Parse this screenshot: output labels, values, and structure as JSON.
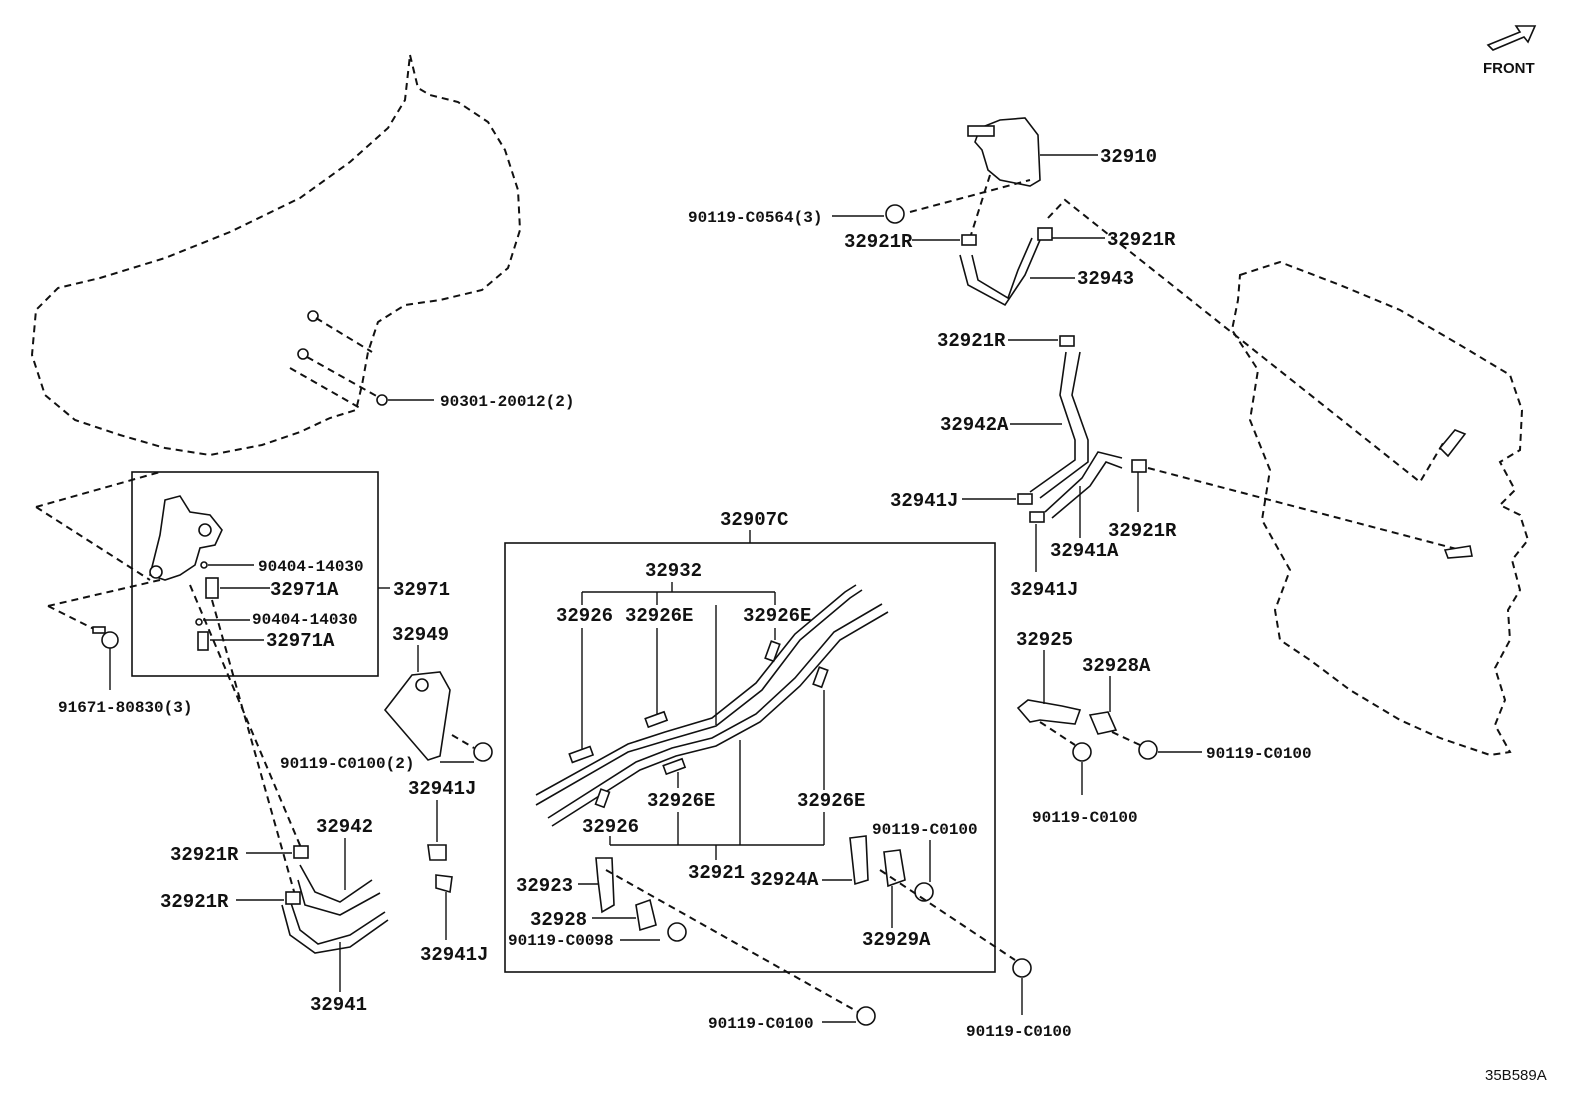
{
  "orientation": {
    "label": "FRONT",
    "icon": "front-arrow-icon"
  },
  "reference_code": "35B589A",
  "labels": {
    "p32910": "32910",
    "p90119_C0564": "90119-C0564(3)",
    "p32921R_top_left": "32921R",
    "p32921R_top_right": "32921R",
    "p32943": "32943",
    "p32921R_mid": "32921R",
    "p32942A": "32942A",
    "p32941J_right_a": "32941J",
    "p32941A": "32941A",
    "p32921R_right": "32921R",
    "p32941J_right_b": "32941J",
    "p90301": "90301-20012(2)",
    "p90404_a": "90404-14030",
    "p32971A_a": "32971A",
    "p32971": "32971",
    "p90404_b": "90404-14030",
    "p32971A_b": "32971A",
    "p91671": "91671-80830(3)",
    "p32949": "32949",
    "p90119_C0100_2": "90119-C0100(2)",
    "p32941J_mid_a": "32941J",
    "p32941J_mid_b": "32941J",
    "p32942": "32942",
    "p32921R_left_a": "32921R",
    "p32921R_left_b": "32921R",
    "p32941": "32941",
    "p32907C": "32907C",
    "p32932": "32932",
    "p32926_a": "32926",
    "p32926E_a": "32926E",
    "p32926E_b": "32926E",
    "p32926E_c": "32926E",
    "p32926E_d": "32926E",
    "p32926_b": "32926",
    "p32921": "32921",
    "p32923": "32923",
    "p32928": "32928",
    "p90119_C0098": "90119-C0098",
    "p32924A": "32924A",
    "p90119_C0100_box": "90119-C0100",
    "p32929A": "32929A",
    "p90119_C0100_bottom_mid": "90119-C0100",
    "p90119_C0100_bottom_right": "90119-C0100",
    "p32925": "32925",
    "p32928A": "32928A",
    "p90119_C0100_right": "90119-C0100",
    "p90119_C0100_right_low": "90119-C0100"
  }
}
